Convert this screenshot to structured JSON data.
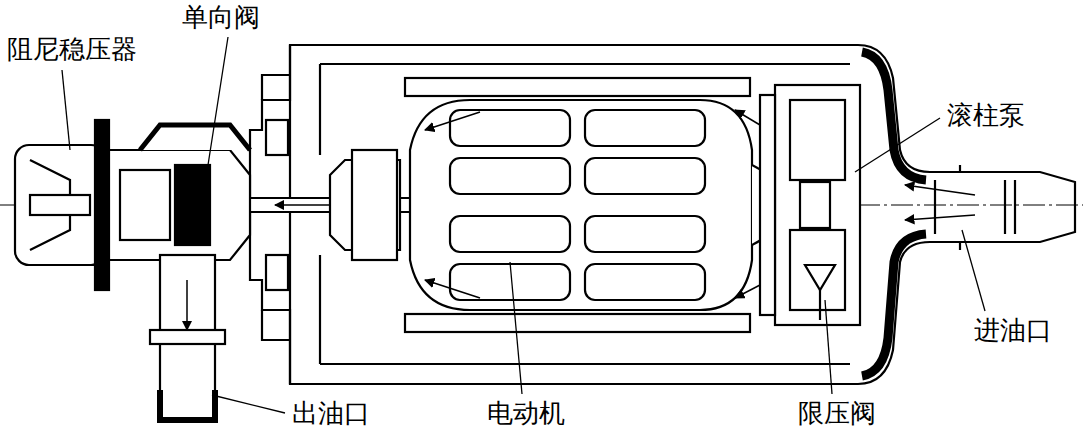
{
  "diagram": {
    "labels": [
      "阻尼稳压器",
      "单向阀",
      "滚柱泵",
      "进油口",
      "出油口",
      "电动机",
      "限压阀"
    ]
  }
}
